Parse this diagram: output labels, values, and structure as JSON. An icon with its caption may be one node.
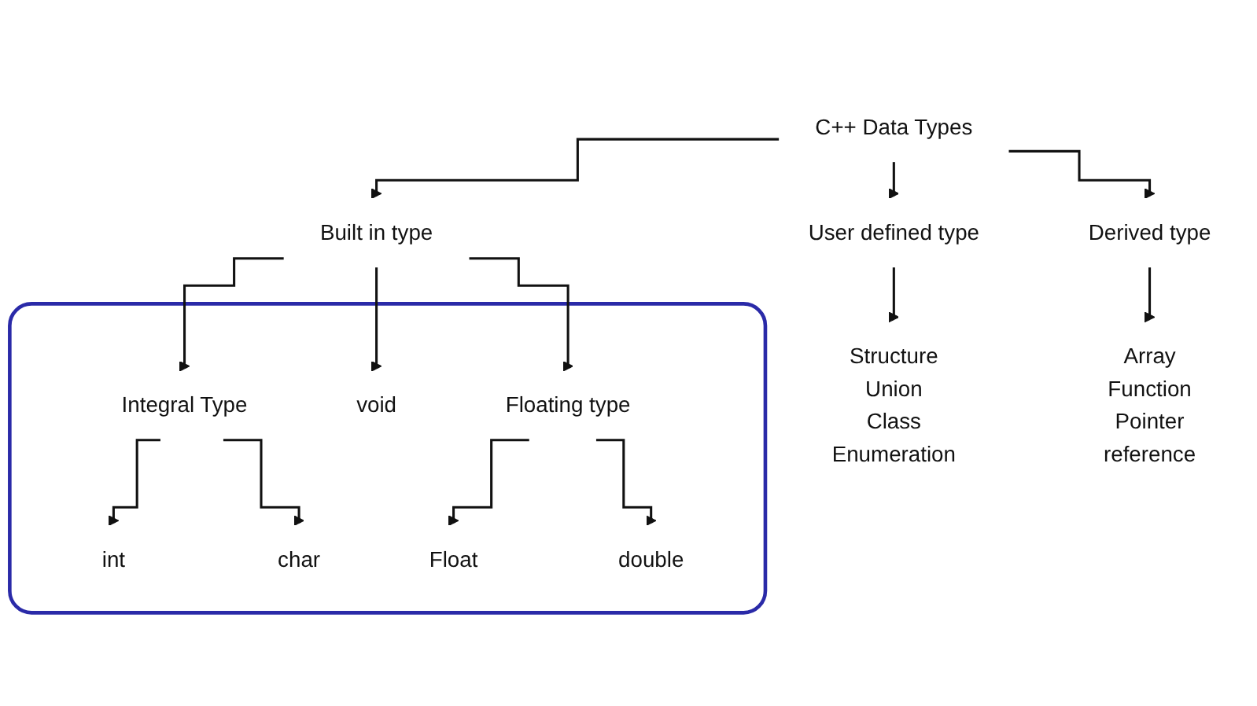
{
  "diagram": {
    "nodes": [
      {
        "text": [
          "C++ Data Types"
        ]
      },
      {
        "text": [
          "User defined type"
        ]
      },
      {
        "text": [
          "Built in type"
        ]
      },
      {
        "text": [
          "Derived type"
        ]
      },
      {
        "text": [
          "Structure",
          "Union",
          "Class",
          "Enumeration"
        ]
      },
      {
        "text": [
          "Array",
          "Function",
          "Pointer",
          "reference"
        ]
      },
      {
        "text": [],
        "shape": "box"
      },
      {
        "text": [
          "Integral Type"
        ],
        "in": 6
      },
      {
        "text": [
          "void"
        ],
        "in": 6
      },
      {
        "text": [
          "Floating type"
        ],
        "in": 6
      },
      {
        "text": [
          "int"
        ],
        "in": 6
      },
      {
        "text": [
          "char"
        ],
        "in": 6
      },
      {
        "text": [
          "Float"
        ],
        "in": 6
      },
      {
        "text": [
          "double"
        ],
        "in": 6
      }
    ],
    "edges": [
      {
        "from": 0,
        "to": 1,
        "arrow": "to"
      },
      {
        "from": 0,
        "to": 2,
        "arrow": "to"
      },
      {
        "from": 0,
        "to": 3,
        "arrow": "to"
      },
      {
        "from": 1,
        "to": 4,
        "arrow": "to"
      },
      {
        "from": 3,
        "to": 5,
        "arrow": "to"
      },
      {
        "from": 2,
        "to": 7,
        "arrow": "to"
      },
      {
        "from": 2,
        "to": 8,
        "arrow": "to"
      },
      {
        "from": 2,
        "to": 9,
        "arrow": "to"
      },
      {
        "from": 7,
        "to": 10,
        "arrow": "to"
      },
      {
        "from": 7,
        "to": 11,
        "arrow": "to"
      },
      {
        "from": 9,
        "to": 12,
        "arrow": "to"
      },
      {
        "from": 9,
        "to": 13,
        "arrow": "to"
      }
    ]
  }
}
